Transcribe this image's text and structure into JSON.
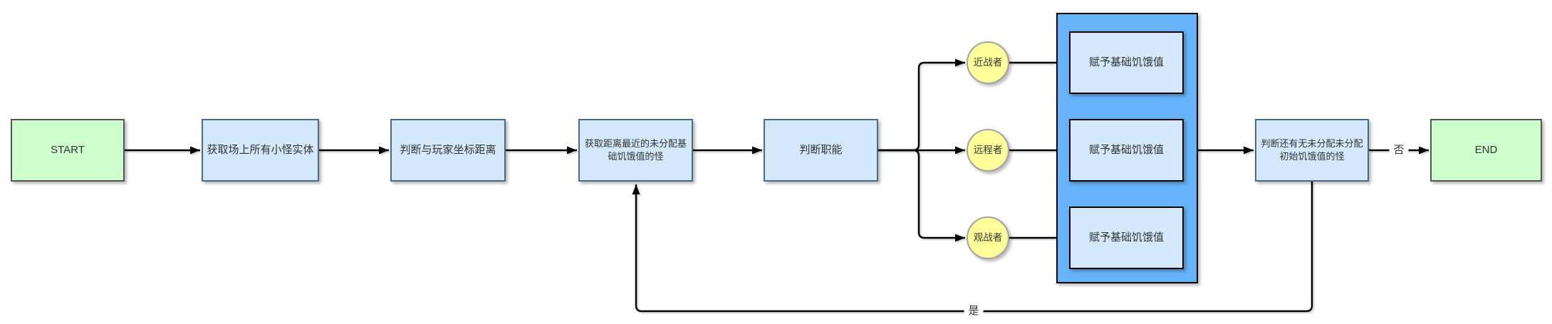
{
  "diagram": {
    "type": "flowchart",
    "nodes": {
      "start": {
        "label": "START",
        "shape": "terminal"
      },
      "get_all_mobs": {
        "label": "获取场上所有小怪实体",
        "shape": "process"
      },
      "judge_player_distance": {
        "label": "判断与玩家坐标距离",
        "shape": "process"
      },
      "get_nearest_unassigned": {
        "label": "获取距离最近的未分配基础饥饿值的怪",
        "shape": "process"
      },
      "judge_role": {
        "label": "判断职能",
        "shape": "process"
      },
      "melee": {
        "label": "近战者",
        "shape": "circle"
      },
      "ranged": {
        "label": "远程者",
        "shape": "circle"
      },
      "observer": {
        "label": "观战者",
        "shape": "circle"
      },
      "assign_melee": {
        "label": "赋予基础饥饿值",
        "shape": "process"
      },
      "assign_ranged": {
        "label": "赋予基础饥饿值",
        "shape": "process"
      },
      "assign_observer": {
        "label": "赋予基础饥饿值",
        "shape": "process"
      },
      "judge_remaining": {
        "label": "判断还有无未分配未分配初始饥饿值的怪",
        "shape": "process"
      },
      "end": {
        "label": "END",
        "shape": "terminal"
      }
    },
    "edge_labels": {
      "no": "否",
      "yes": "是"
    },
    "colors": {
      "terminal_fill": "#ccffcc",
      "process_fill": "#d4e8fb",
      "container_fill": "#66b3f9",
      "circle_fill": "#ffff99",
      "process_stroke": "#4a6a8a",
      "container_stroke": "#000000",
      "line": "#000000",
      "text": "#333333",
      "background": "#ffffff"
    }
  }
}
